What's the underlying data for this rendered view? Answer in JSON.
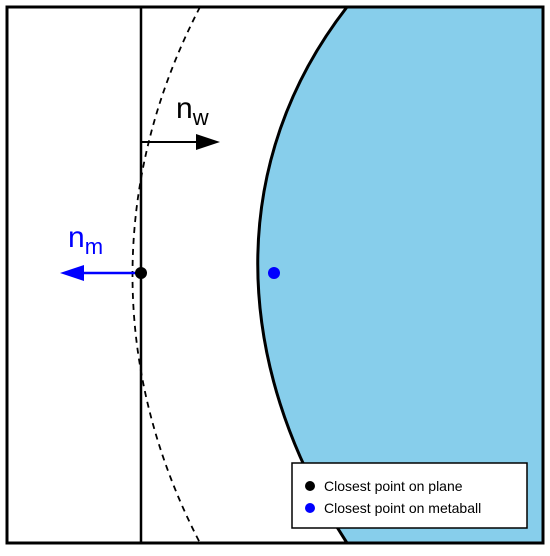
{
  "labels": {
    "wall_normal": {
      "base": "n",
      "sub": "w"
    },
    "metaball_normal": {
      "base": "n",
      "sub": "m"
    }
  },
  "legend": {
    "items": [
      {
        "label": "Closest point on plane",
        "color": "#000000"
      },
      {
        "label": "Closest point on metaball",
        "color": "#0000ff"
      }
    ]
  },
  "colors": {
    "metaball_fill": "#87ceeb",
    "metaball_normal": "#0000ff",
    "wall_normal": "#000000",
    "plane_point": "#000000",
    "metaball_point": "#0000ff"
  }
}
